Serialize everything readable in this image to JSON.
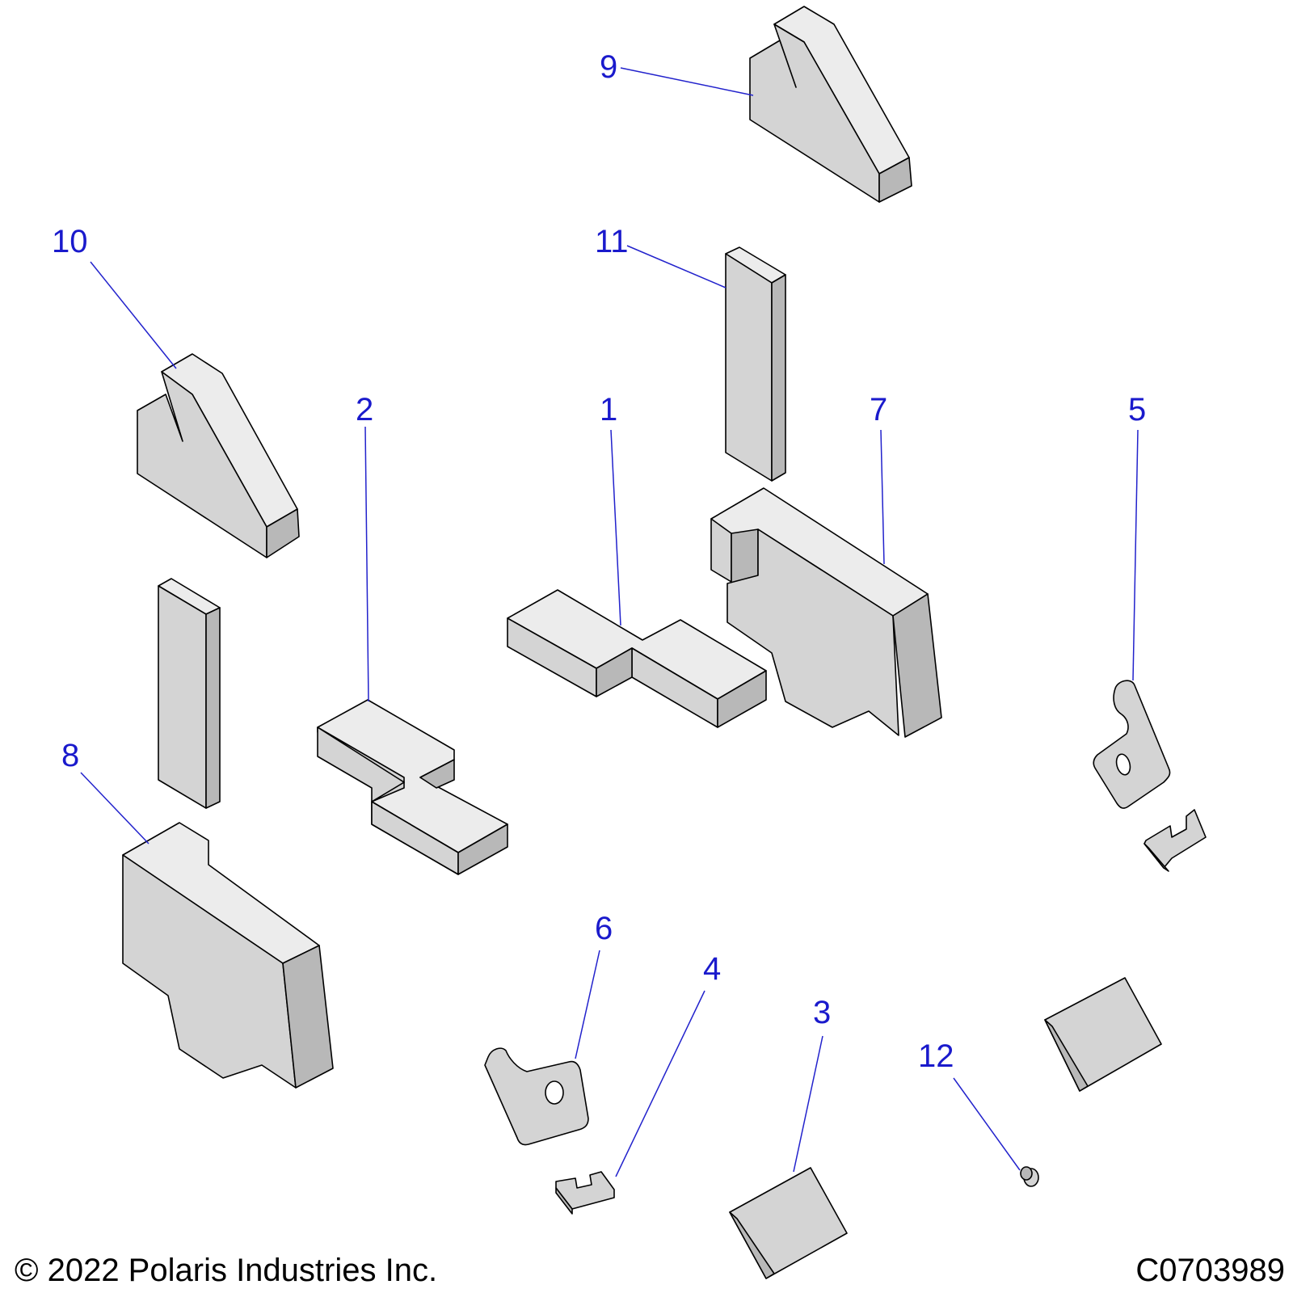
{
  "callouts": {
    "c1": "1",
    "c2": "2",
    "c3": "3",
    "c4": "4",
    "c5": "5",
    "c6": "6",
    "c7": "7",
    "c8": "8",
    "c9": "9",
    "c10": "10",
    "c11": "11",
    "c12": "12"
  },
  "footer": {
    "copyright": "© 2022 Polaris Industries Inc.",
    "drawing_id": "C0703989"
  },
  "colors": {
    "callout": "#1a1acc",
    "part_fill": "#d4d4d4"
  }
}
